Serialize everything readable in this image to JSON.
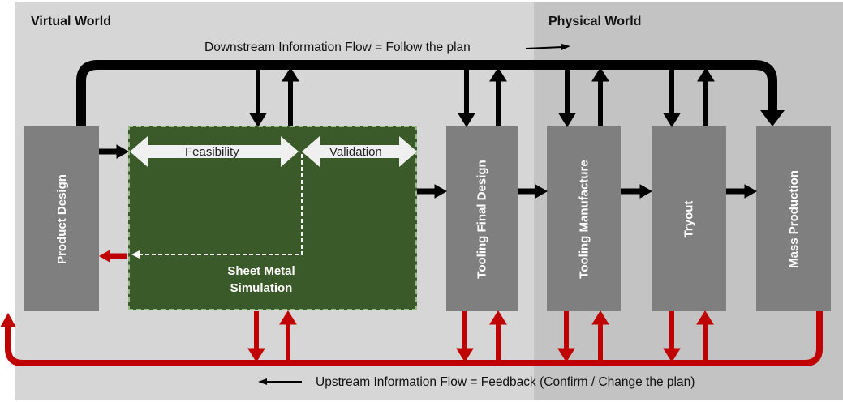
{
  "worlds": {
    "virtual": "Virtual World",
    "physical": "Physical World"
  },
  "flows": {
    "downstream": "Downstream Information Flow = Follow the plan",
    "upstream": "Upstream Information Flow = Feedback (Confirm / Change the plan)"
  },
  "stages": {
    "product_design": "Product Design",
    "tooling_final_design": "Tooling Final Design",
    "tooling_manufacture": "Tooling Manufacture",
    "tryout": "Tryout",
    "mass_production": "Mass Production"
  },
  "simulation": {
    "line1": "Sheet Metal",
    "line2": "Simulation",
    "feasibility": "Feasibility",
    "validation": "Validation"
  },
  "colors": {
    "virtual_bg": "#d6d6d6",
    "physical_bg": "#c3c3c3",
    "box": "#7f7f7f",
    "simulation": "#3b5a29",
    "feedback": "#c00000",
    "flow": "#000000"
  }
}
